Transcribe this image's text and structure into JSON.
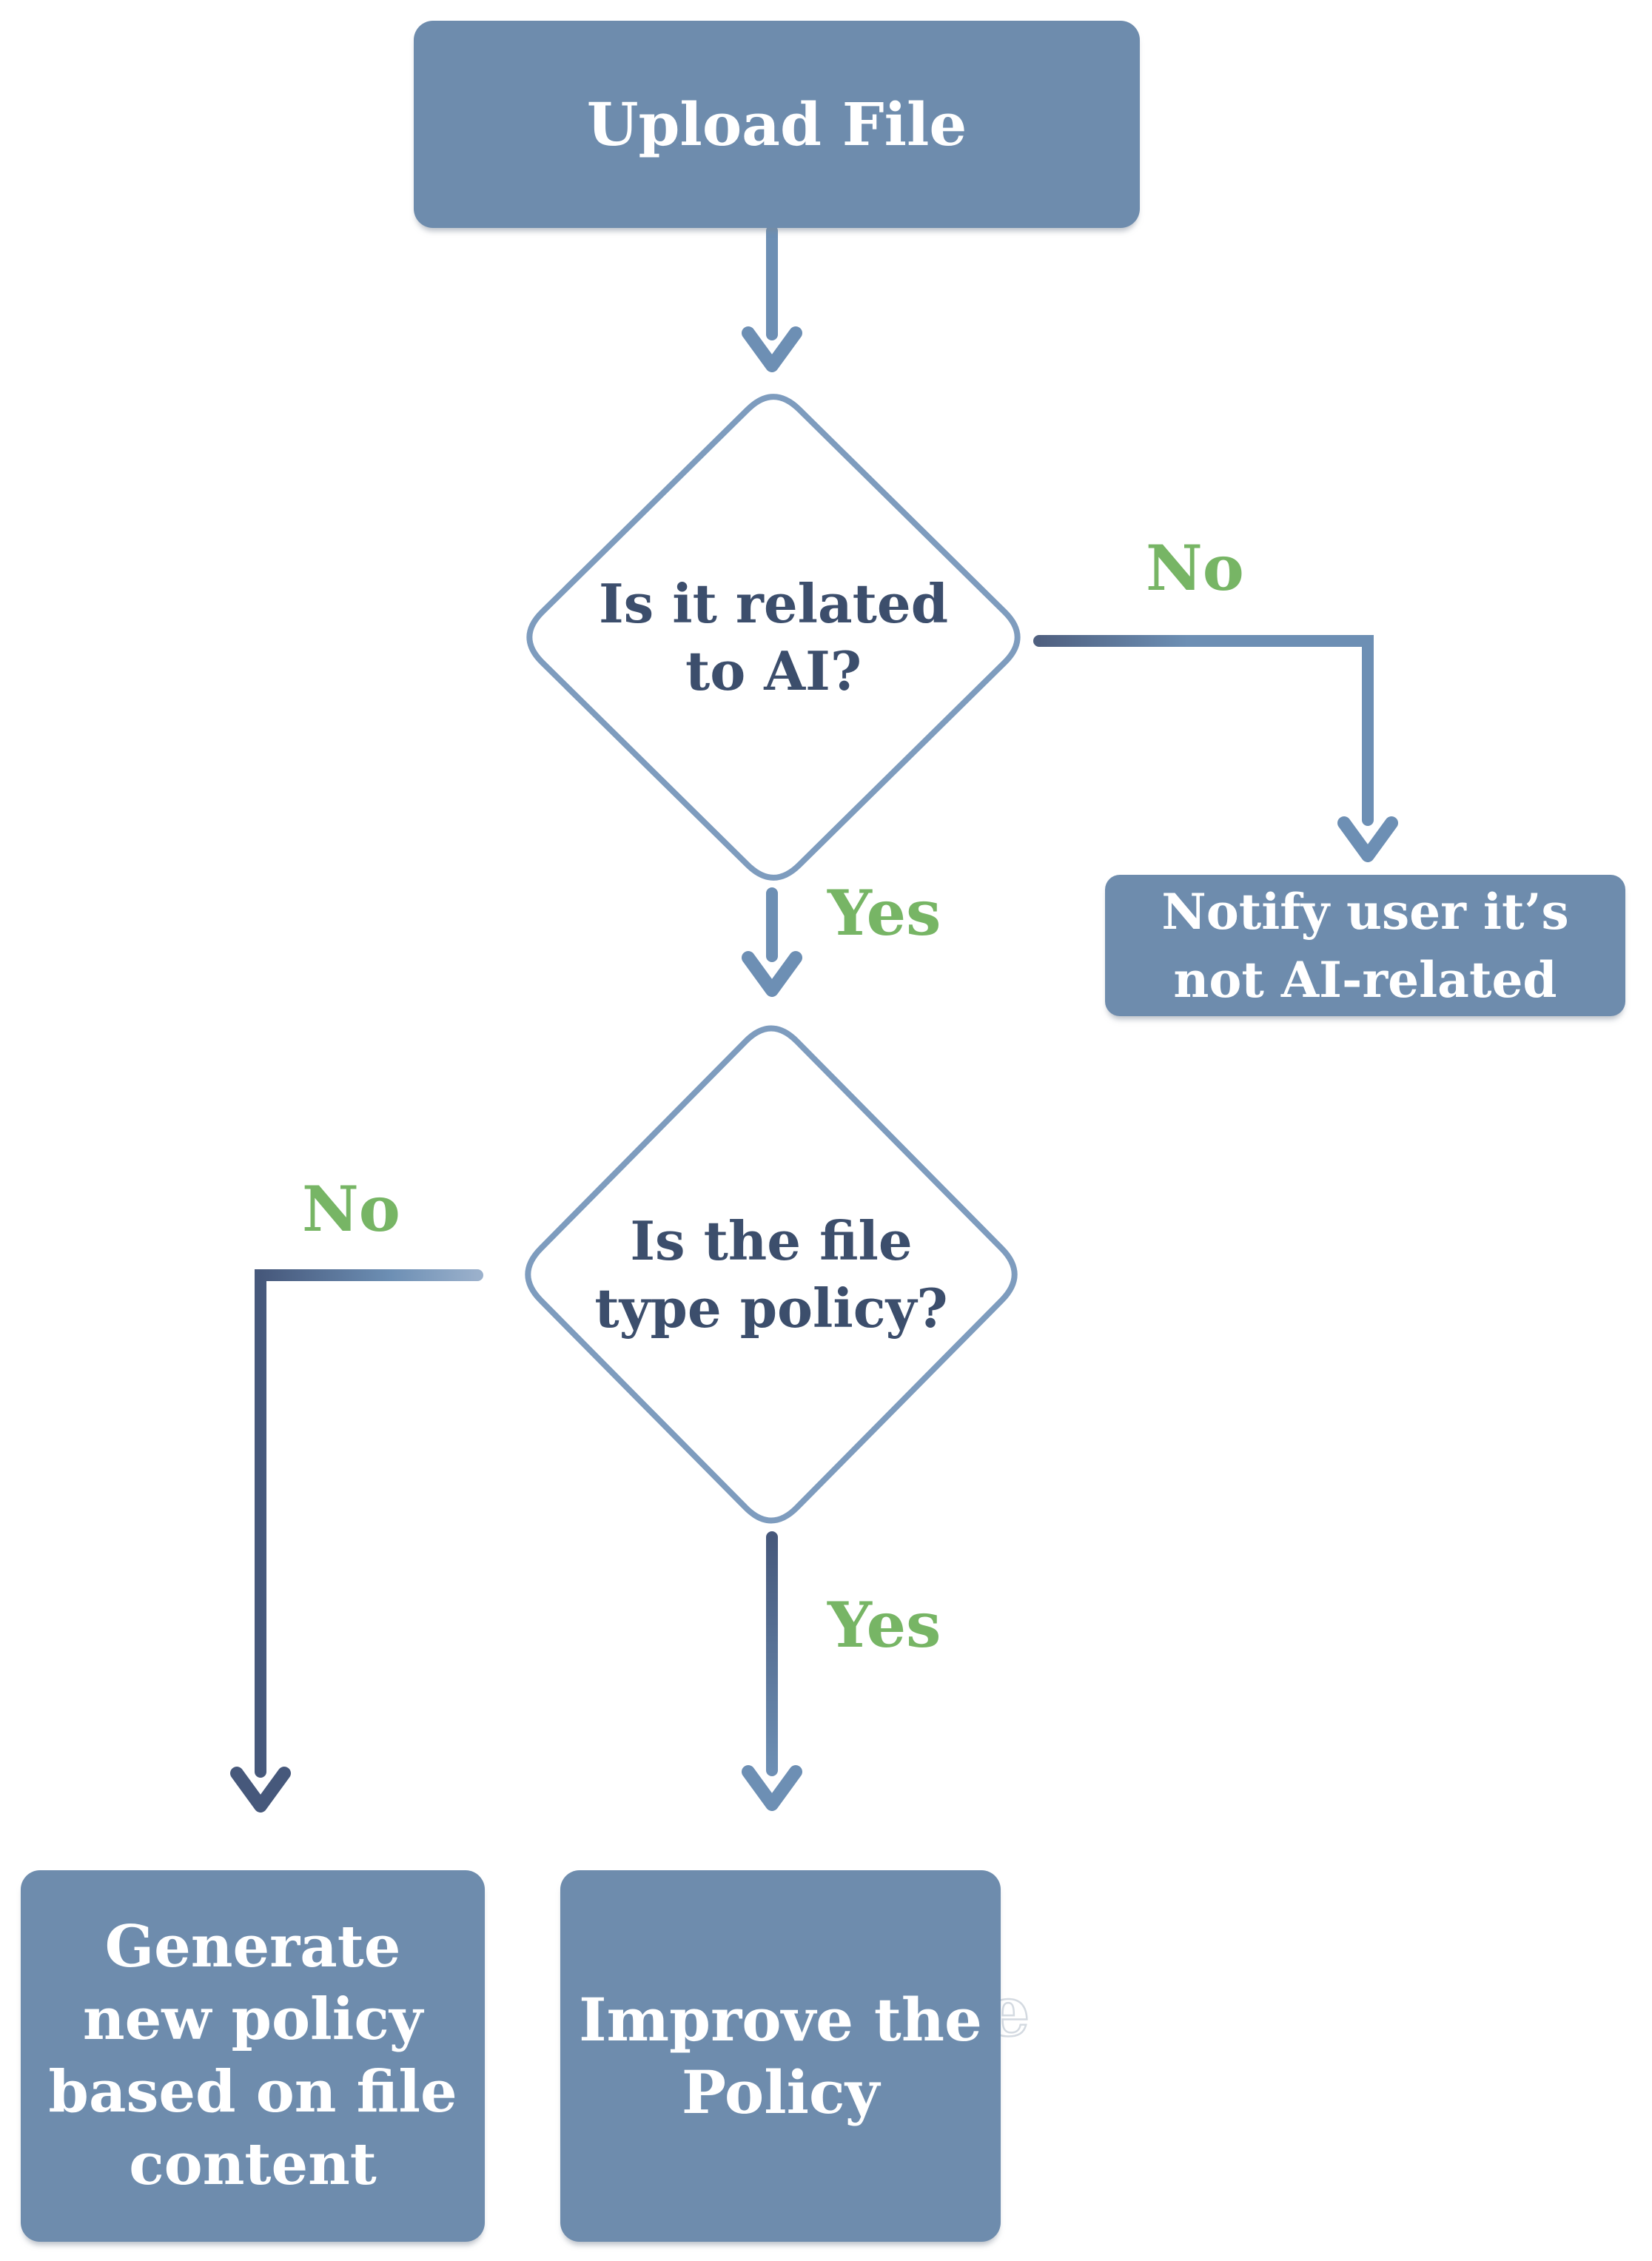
{
  "page": {
    "description": "Flowchart describing how an uploaded file is routed through AI policy checks",
    "background": "#ffffff"
  },
  "colors": {
    "node_fill": "#6e8cad",
    "node_text": "#ffffff",
    "diamond_stroke": "#7e9cbe",
    "diamond_fill": "#ffffff",
    "diamond_text": "#3c4e6c",
    "branch_label_green": "#77b565",
    "connector_slate": "#6d8fb4",
    "connector_navy": "#46587b",
    "ghost_gray": "#d4dae1"
  },
  "nodes": {
    "upload": {
      "label": "Upload File"
    },
    "decision_ai": {
      "lines": [
        "Is it related",
        "to AI?"
      ]
    },
    "notify": {
      "lines": [
        "Notify user it’s",
        "not AI-related"
      ]
    },
    "decision_policy": {
      "lines": [
        "Is the file",
        "type policy?"
      ]
    },
    "generate": {
      "lines": [
        "Generate",
        "new policy",
        "based on file",
        "content"
      ]
    },
    "improve": {
      "lines": [
        "Improve the",
        "Policy"
      ]
    }
  },
  "edges": {
    "ai_no_label": "No",
    "ai_yes_label": "Yes",
    "policy_no_label": "No",
    "policy_yes_label": "Yes"
  },
  "artifacts": {
    "ghost_letter": "e"
  }
}
